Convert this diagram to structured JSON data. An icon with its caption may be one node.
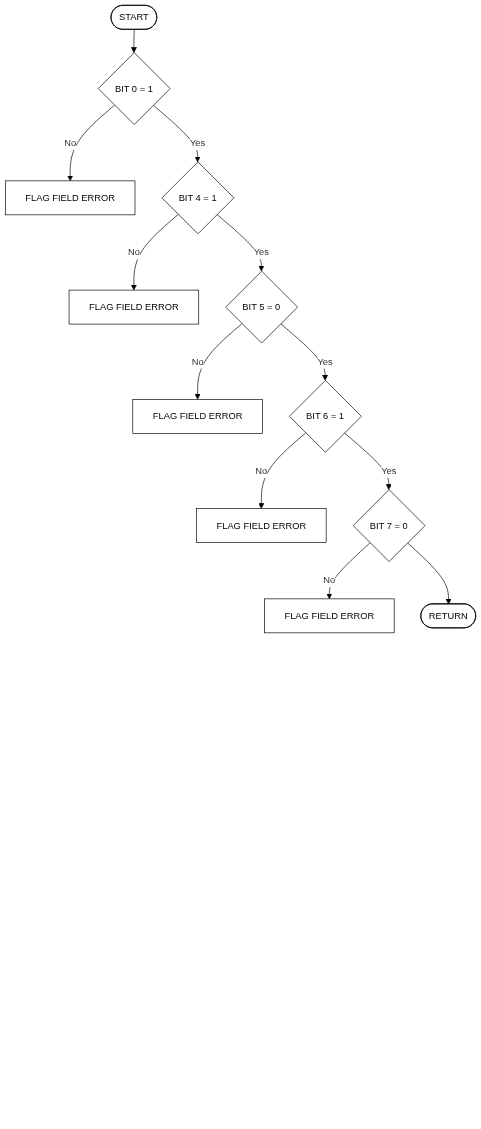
{
  "diagram": {
    "nodes": [
      {
        "text": [
          "START"
        ]
      },
      {
        "text": [
          "BIT 0 = 1"
        ]
      },
      {
        "text": [
          "FLAG FIELD ERROR"
        ]
      },
      {
        "text": [
          "BIT 4 = 1"
        ]
      },
      {
        "text": [
          "FLAG FIELD ERROR"
        ]
      },
      {
        "text": [
          "BIT 5 = 0"
        ]
      },
      {
        "text": [
          "FLAG FIELD ERROR"
        ]
      },
      {
        "text": [
          "BIT 6 = 1"
        ]
      },
      {
        "text": [
          "FLAG FIELD ERROR"
        ]
      },
      {
        "text": [
          "BIT 7 = 0"
        ]
      },
      {
        "text": [
          "FLAG FIELD ERROR"
        ]
      },
      {
        "text": [
          "RETURN"
        ]
      }
    ],
    "edges": [
      {
        "from": 0,
        "to": 1,
        "arrow": "to"
      },
      {
        "from": 1,
        "to": 2,
        "arrow": "to",
        "label": "No"
      },
      {
        "from": 1,
        "to": 3,
        "arrow": "to",
        "label": "Yes"
      },
      {
        "from": 3,
        "to": 4,
        "arrow": "to",
        "label": "No"
      },
      {
        "from": 3,
        "to": 5,
        "arrow": "to",
        "label": "Yes"
      },
      {
        "from": 5,
        "to": 6,
        "arrow": "to",
        "label": "No"
      },
      {
        "from": 5,
        "to": 7,
        "arrow": "to",
        "label": "Yes"
      },
      {
        "from": 7,
        "to": 8,
        "arrow": "to",
        "label": "No"
      },
      {
        "from": 7,
        "to": 9,
        "arrow": "to",
        "label": "Yes"
      },
      {
        "from": 9,
        "to": 10,
        "arrow": "to",
        "label": "No"
      },
      {
        "from": 9,
        "to": 11,
        "arrow": "to"
      }
    ]
  }
}
